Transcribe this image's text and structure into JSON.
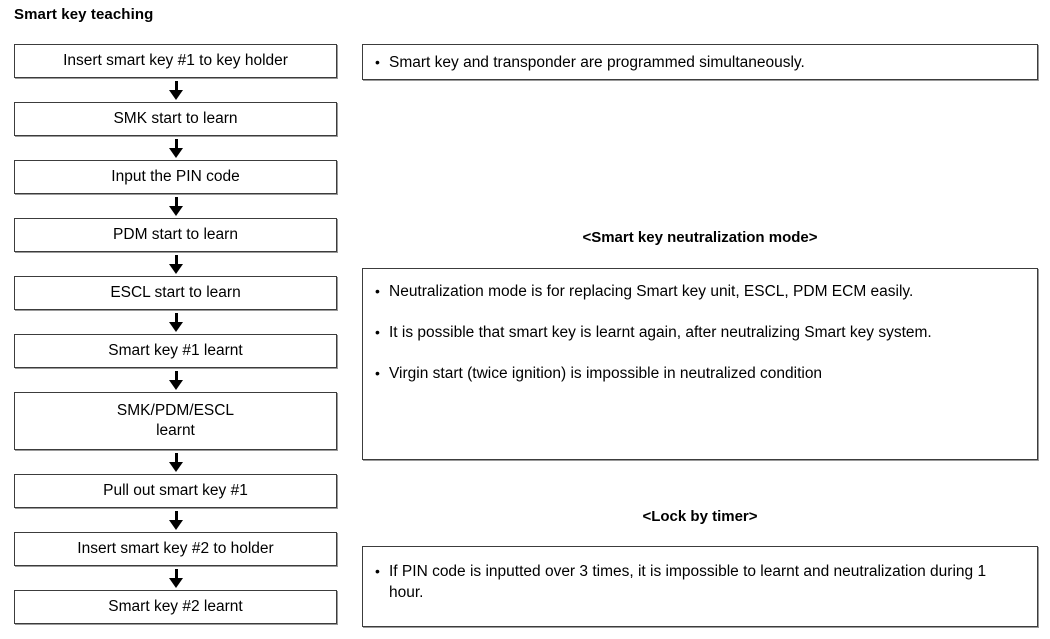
{
  "title": "Smart key teaching",
  "flow": {
    "nodes": [
      {
        "label": "Insert smart key #1 to key holder",
        "lines": 1
      },
      {
        "label": "SMK start to learn",
        "lines": 1
      },
      {
        "label": "Input the PIN code",
        "lines": 1
      },
      {
        "label": "PDM start to learn",
        "lines": 1
      },
      {
        "label": "ESCL start to learn",
        "lines": 1
      },
      {
        "label": "Smart key #1 learnt",
        "lines": 1
      },
      {
        "label": "SMK/PDM/ESCL\nlearnt",
        "lines": 2
      },
      {
        "label": "Pull out smart key #1",
        "lines": 1
      },
      {
        "label": "Insert smart key #2 to holder",
        "lines": 1
      },
      {
        "label": "Smart key #2 learnt",
        "lines": 1
      }
    ],
    "connector": "down-arrow"
  },
  "notes": {
    "transponder": {
      "items": [
        "Smart key and transponder are programmed simultaneously."
      ]
    },
    "neutralization": {
      "heading": "<Smart key neutralization mode>",
      "items": [
        "Neutralization mode is for replacing Smart key unit, ESCL, PDM ECM easily.",
        "It is possible that smart key is learnt again, after neutralizing Smart key system.",
        "Virgin start (twice ignition) is impossible in neutralized condition"
      ]
    },
    "lock_by_timer": {
      "heading": "<Lock by timer>",
      "items": [
        "If PIN code is inputted over 3 times, it is impossible to learnt and neutralization during 1 hour."
      ]
    }
  },
  "colors": {
    "background": "#ffffff",
    "text": "#000000",
    "border": "#3c3c3c",
    "shadow": "#9a9a9a"
  }
}
